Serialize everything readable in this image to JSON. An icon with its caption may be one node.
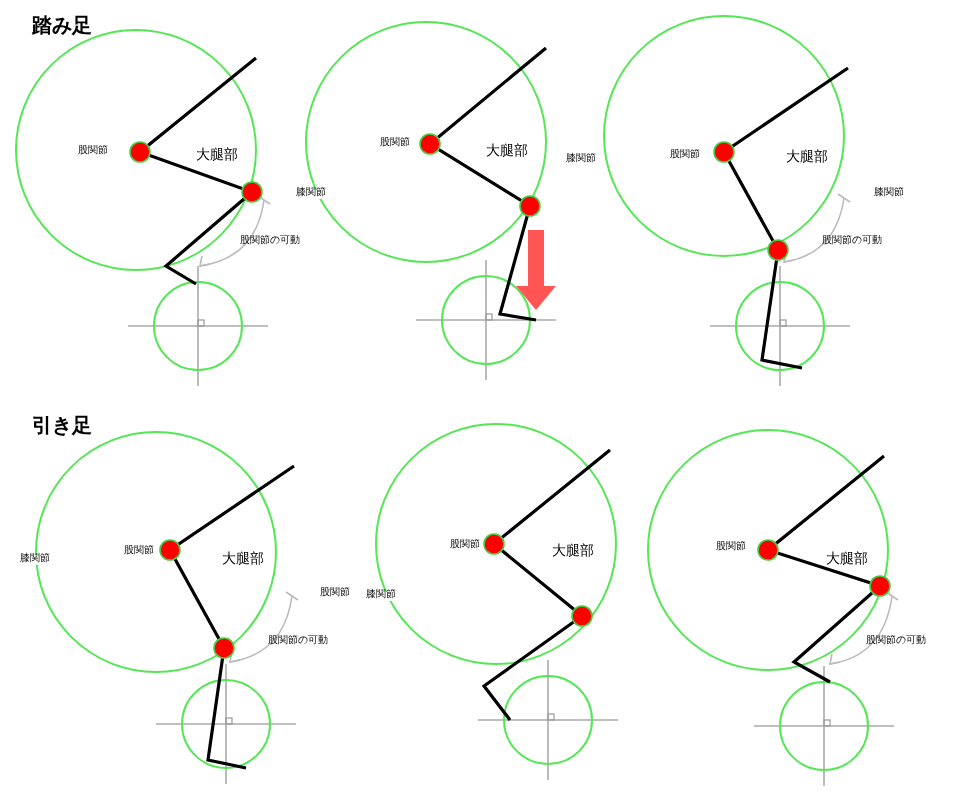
{
  "diagram": {
    "labels": [
      "踏み足",
      "股関節",
      "大腿部",
      "膝関節",
      "股関節の可動",
      "股関節",
      "大腿部",
      "膝関節",
      "股関節",
      "大腿部",
      "膝関節",
      "股関節の可動",
      "引き足",
      "膝関節",
      "股関節",
      "大腿部",
      "股関節の可動",
      "股関節",
      "膝関節",
      "股関節",
      "大腿部",
      "股関節",
      "大腿部",
      "股関節の可動"
    ]
  }
}
